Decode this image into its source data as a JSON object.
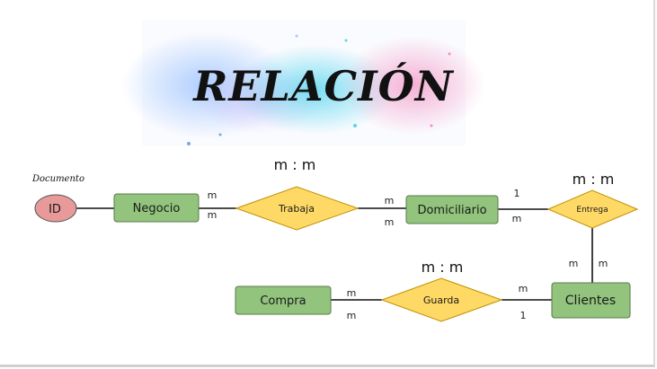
{
  "title": "RELACIÓN",
  "attribute": {
    "label": "Documento",
    "value": "ID",
    "color": "#e89a9a"
  },
  "entities": {
    "negocio": "Negocio",
    "domiciliario": "Domiciliario",
    "clientes": "Clientes",
    "compra": "Compra"
  },
  "relations": {
    "trabaja": {
      "label": "Trabaja",
      "ratio": "m : m"
    },
    "entrega": {
      "label": "Entrega",
      "ratio": "m : m"
    },
    "guarda": {
      "label": "Guarda",
      "ratio": "m : m"
    }
  },
  "cardinalities": {
    "negocio_trabaja_top": "m",
    "negocio_trabaja_bottom": "m",
    "trabaja_domiciliario_top": "m",
    "trabaja_domiciliario_bottom": "m",
    "domiciliario_entrega_top": "1",
    "domiciliario_entrega_bottom": "m",
    "entrega_clientes_left": "m",
    "entrega_clientes_right": "m",
    "compra_guarda_top": "m",
    "compra_guarda_bottom": "m",
    "guarda_clientes_top": "m",
    "guarda_clientes_bottom": "1"
  },
  "colors": {
    "entity": "#92c47d",
    "entity_border": "#5a7a4a",
    "relation": "#ffd966",
    "relation_border": "#bf9000",
    "attribute": "#e89a9a"
  }
}
